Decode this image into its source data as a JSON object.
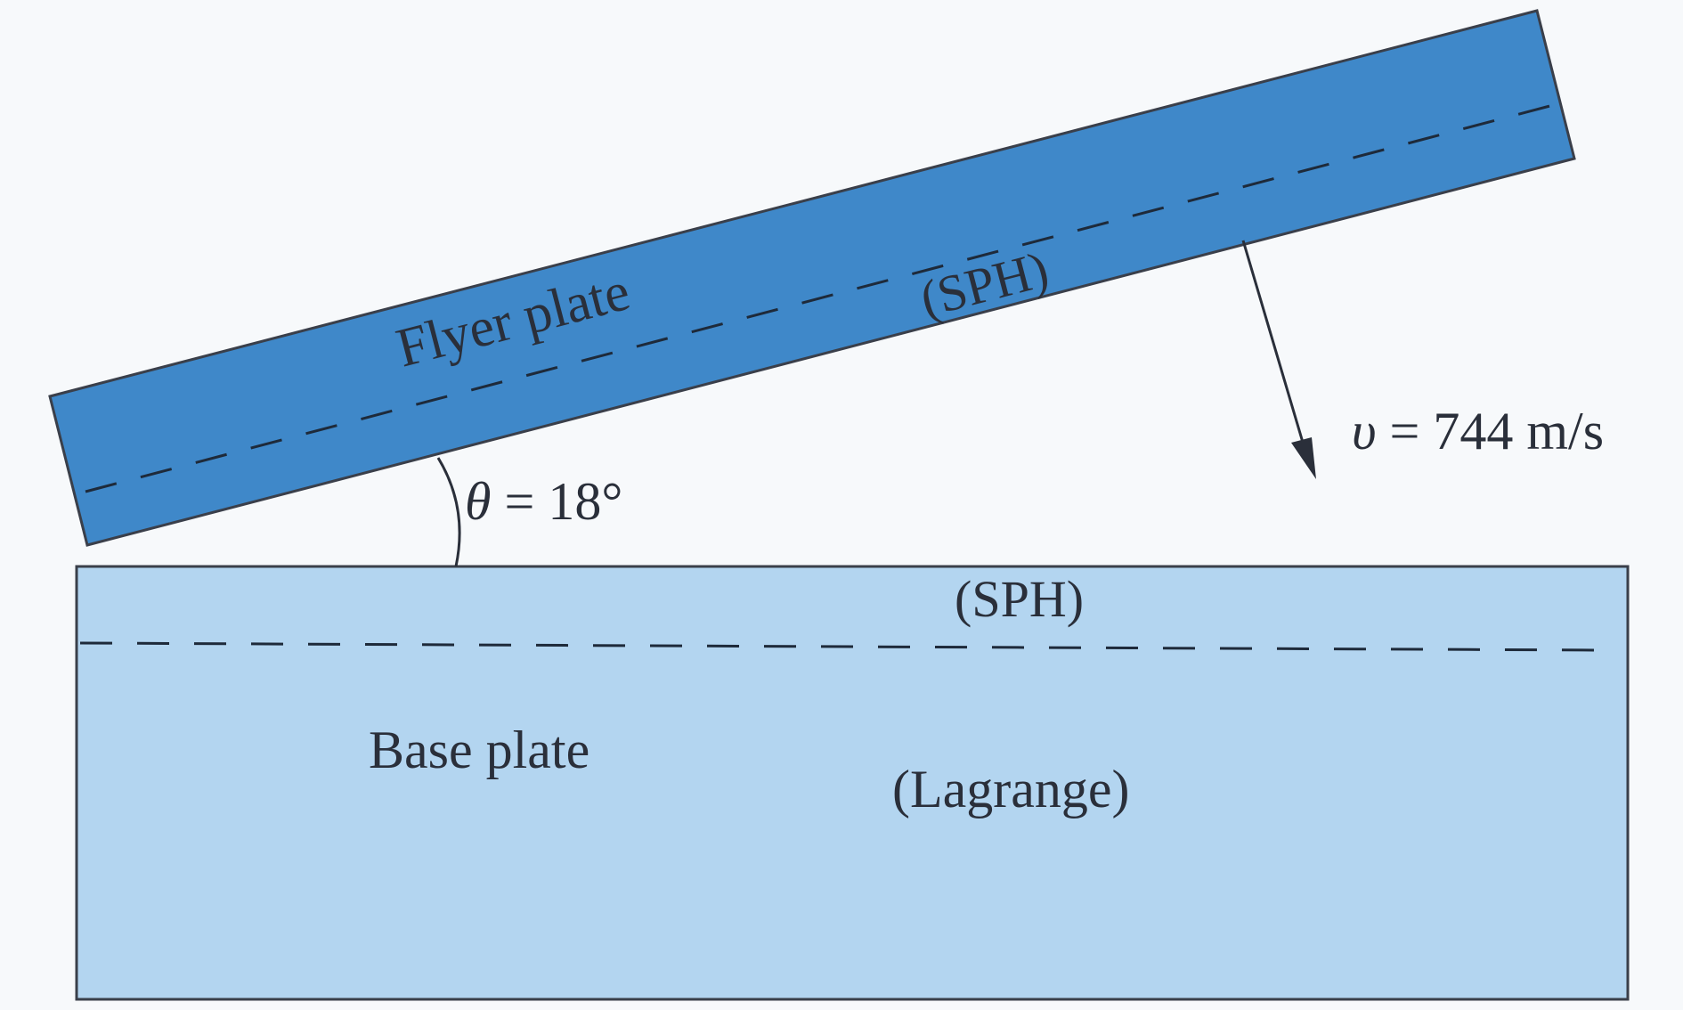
{
  "diagram": {
    "flyer_plate": {
      "label": "Flyer plate",
      "method": "(SPH)",
      "fill": "#3f88c9"
    },
    "base_plate": {
      "label": "Base plate",
      "method_top": "(SPH)",
      "method_bottom": "(Lagrange)",
      "fill": "#b3d5f0"
    },
    "angle": {
      "symbol": "θ",
      "eq": " = ",
      "value": "18°"
    },
    "velocity": {
      "symbol": "υ",
      "eq": " = ",
      "value": "744 m/s"
    },
    "colors": {
      "outline": "#3a3f4a",
      "dash": "#1e2a3a",
      "text": "#2a2f3a",
      "background": "#f7f9fb"
    }
  }
}
